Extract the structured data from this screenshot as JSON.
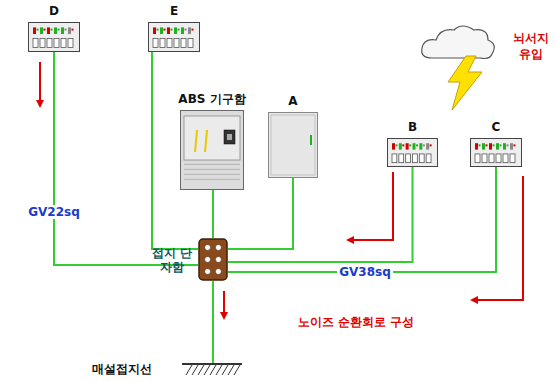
{
  "diagram": {
    "nodes": [
      {
        "text": [
          "D"
        ]
      },
      {
        "text": [
          "E"
        ]
      },
      {
        "text": [
          "ABS 기구함"
        ]
      },
      {
        "text": [
          "A"
        ]
      },
      {
        "text": [
          "B"
        ]
      },
      {
        "text": [
          "C"
        ]
      },
      {
        "text": [
          "접지 단자함"
        ]
      },
      {
        "text": [
          "매설접지선"
        ]
      }
    ],
    "edges": [
      {
        "from": 0,
        "to": 6,
        "arrow": "none",
        "label": "GV22sq"
      },
      {
        "from": 1,
        "to": 6,
        "arrow": "none"
      },
      {
        "from": 2,
        "to": 6,
        "arrow": "none"
      },
      {
        "from": 3,
        "to": 6,
        "arrow": "none"
      },
      {
        "from": 4,
        "to": 6,
        "arrow": "none"
      },
      {
        "from": 5,
        "to": 6,
        "arrow": "none",
        "label": "GV38sq"
      },
      {
        "from": 6,
        "to": 7,
        "arrow": "none"
      }
    ],
    "labels": [
      "뇌서지 유입",
      "노이즈 순환회로 구성"
    ]
  }
}
